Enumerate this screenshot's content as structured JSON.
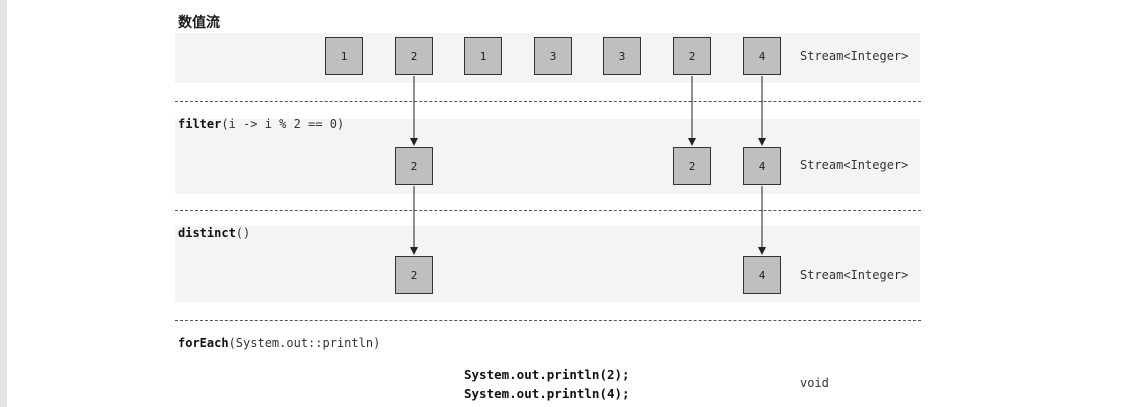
{
  "title": "数值流",
  "stages": [
    {
      "op_name": "",
      "op_args": "",
      "type_label": "Stream<Integer>",
      "values": [
        "1",
        "2",
        "1",
        "3",
        "3",
        "2",
        "4"
      ]
    },
    {
      "op_name": "filter",
      "op_args": "(i -> i % 2 == 0)",
      "type_label": "Stream<Integer>",
      "values": [
        "2",
        "2",
        "4"
      ]
    },
    {
      "op_name": "distinct",
      "op_args": "()",
      "type_label": "Stream<Integer>",
      "values": [
        "2",
        "4"
      ]
    }
  ],
  "terminal": {
    "op_name": "forEach",
    "op_args": "(System.out::println)",
    "outputs": [
      "System.out.println(2);",
      "System.out.println(4);"
    ],
    "type_label": "void"
  }
}
